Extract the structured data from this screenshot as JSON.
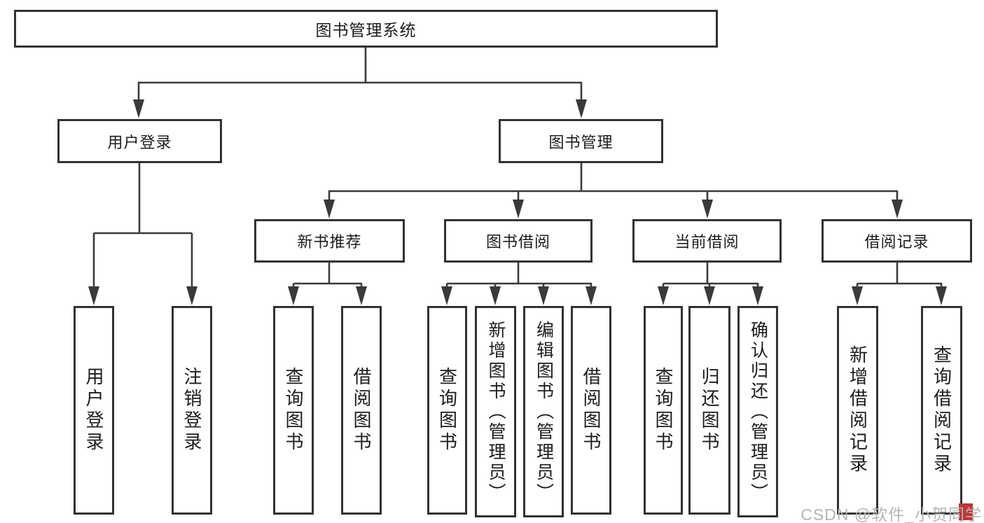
{
  "diagram": {
    "root": {
      "label": "图书管理系统"
    },
    "level2": {
      "user_login_group": {
        "label": "用户登录"
      },
      "book_management": {
        "label": "图书管理"
      }
    },
    "level3": {
      "new_book_recommend": {
        "label": "新书推荐"
      },
      "book_borrowing": {
        "label": "图书借阅"
      },
      "current_borrowing": {
        "label": "当前借阅"
      },
      "borrowing_records": {
        "label": "借阅记录"
      }
    },
    "leaves": {
      "user_login": {
        "label": "用户登录"
      },
      "logout_login": {
        "label": "注销登录"
      },
      "rec_query_books": {
        "label": "查询图书"
      },
      "rec_borrow_books": {
        "label": "借阅图书"
      },
      "bb_query_books": {
        "label": "查询图书"
      },
      "bb_add_books": {
        "label": "新增图书（管理员）"
      },
      "bb_edit_books": {
        "label": "编辑图书（管理员）"
      },
      "bb_borrow_books": {
        "label": "借阅图书"
      },
      "cb_query_books": {
        "label": "查询图书"
      },
      "cb_return_books": {
        "label": "归还图书"
      },
      "cb_confirm_return": {
        "label": "确认归还（管理员）"
      },
      "br_add_record": {
        "label": "新增借阅记录"
      },
      "br_query_record": {
        "label": "查询借阅记录"
      }
    }
  },
  "watermark": {
    "text": "CSDN @软件_小贺同学"
  },
  "colors": {
    "line": "#3a3a3a",
    "border": "#323232",
    "text": "#1c1c1c",
    "background": "#ffffff",
    "watermark_text": "#b5b5b5",
    "watermark_accent": "#c23434"
  }
}
